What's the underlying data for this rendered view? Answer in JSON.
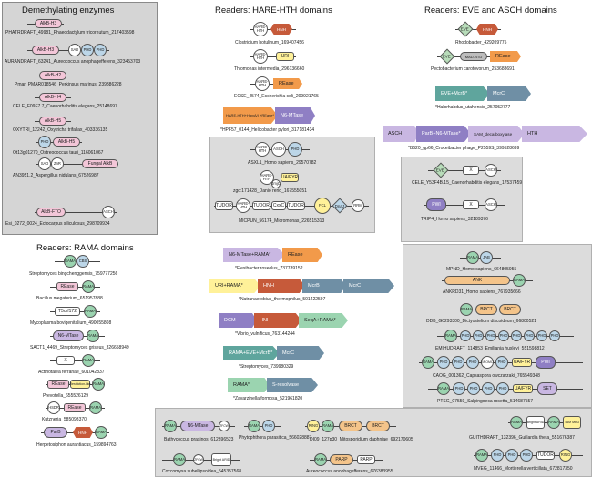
{
  "sections": {
    "demethylating": "Demethylating enzymes",
    "hare_hth": "Readers: HARE-HTH domains",
    "eve_asch": "Readers: EVE and ASCH domains",
    "rama": "Readers: RAMA domains"
  },
  "demethylating": [
    {
      "domains": [
        "AlkB-H3"
      ],
      "caption": "PHATRDRAFT_49981_Phaeodactylum tricornutum_217403598"
    },
    {
      "domains": [
        "AlkB-H3",
        "SAD",
        "PHD",
        "PHD"
      ],
      "caption": "AURANDRAFT_63241_Aureococcus anophagefferens_323453703"
    },
    {
      "domains": [
        "AlkB-H2"
      ],
      "caption": "Pmar_PMAR018546_Perkinsus marinus_239886228"
    },
    {
      "domains": [
        "AlkB-H4"
      ],
      "caption": "CELE_F09F7.7_Caenorhabditis elegans_25148697"
    },
    {
      "domains": [
        "AlkB-H5"
      ],
      "caption": "OXYTRI_12242_Oxytricha trifallax_403336135"
    },
    {
      "domains": [
        "PHD",
        "AlkB-H5"
      ],
      "caption": "Ot13g01270_Ostreococcus tauri_116061067"
    },
    {
      "domains": [
        "SAD",
        "ZnR",
        "Fungal AlkB"
      ],
      "caption": "AN3951.2_Aspergillus nidulans_67526987"
    },
    {
      "domains": [
        "AlkB-FTO",
        "ASCH"
      ],
      "caption": "Esi_0272_0024_Ectocarpus siliculosus_298709934"
    }
  ],
  "hare_hth": [
    {
      "domains": [
        "HARE-HTH",
        "HNH"
      ],
      "caption": "Clostridium botulinum_169407456"
    },
    {
      "domains": [
        "HARE-HTH",
        "URI"
      ],
      "caption": "Thiomonas intermedia_296136660"
    },
    {
      "domains": [
        "HARE-HTH",
        "REase"
      ],
      "caption": "ECSE_4574_Escherichia coli_209921765"
    },
    {
      "domains": [
        "HARE-HTH+HipyA/I +REase*",
        "N6-MTase"
      ],
      "caption": "*HPF57_0144_Helicobacter pylori_317181434"
    },
    {
      "domains": [
        "HARE-HTH",
        "ASCH",
        "PHD"
      ],
      "caption": "ASXL1_Homo sapiens_29570782"
    },
    {
      "domains": [
        "HARE-HTH",
        "JmjC",
        "UA/FYR"
      ],
      "caption": "zgc:171428_Danio rerio_167555051"
    },
    {
      "domains": [
        "TUDOR",
        "HARE-HTH",
        "TUDOR",
        "CxxC",
        "TUDOR",
        "FCL",
        "DnaJ",
        "RRM"
      ],
      "caption": "MICPUN_56174_Micromonas_226515313"
    }
  ],
  "eve_asch": [
    {
      "domains": [
        "EVE",
        "HNH"
      ],
      "caption": "Rhodobacter_429209775"
    },
    {
      "domains": [
        "EVE",
        "MAD-NTD",
        "REase"
      ],
      "caption": "Pectobacterium carotovorum_253688691"
    },
    {
      "domains": [
        "EVE+McrB*",
        "McrC"
      ],
      "caption": "*Halorhabdus_utahensis_257052777"
    },
    {
      "domains": [
        "ASCH",
        "ParB+N6-MTase*",
        "SAM_decarboxylase",
        "HTH"
      ],
      "caption": "*B620_gp66_Croceibacter phage_P2559S_399528699"
    },
    {
      "domains": [
        "EVE",
        "X",
        "ASCH"
      ],
      "caption": "CELE_Y53F4B.15_Caenorhabditis elegans_17537459"
    },
    {
      "domains": [
        "PWI",
        "X",
        "ASCH"
      ],
      "caption": "TRIP4_Homo sapiens_32189376"
    }
  ],
  "rama_left": [
    {
      "domains": [
        "RAMA",
        "CBS"
      ],
      "caption": "Streptomyces bingchenggensis_759777256"
    },
    {
      "domains": [
        "REase",
        "RAMA"
      ],
      "caption": "Bacillus megaterium_651957888"
    },
    {
      "domains": [
        "T5orf172",
        "RAMA"
      ],
      "caption": "Mycoplasma bovigenitalium_490055808"
    },
    {
      "domains": [
        "N6-MTase",
        "RAMA"
      ],
      "caption": "SACT1_4469_Streptomyces griseus_326658949"
    },
    {
      "domains": [
        "X",
        "RAMA"
      ],
      "caption": "Actinotalea ferrariae_601042837"
    },
    {
      "domains": [
        "REase",
        "Restriction-like",
        "RAMA"
      ],
      "caption": "Prevotella_655526129"
    },
    {
      "domains": [
        "HSDR",
        "REase",
        "RAMA"
      ],
      "caption": "Kutzneria_585093370"
    },
    {
      "domains": [
        "ParB",
        "HNH",
        "RAMA"
      ],
      "caption": "Herpetosiphon aurantiacus_159894763"
    }
  ],
  "rama_mid": [
    {
      "domains": [
        "N6-MTase+RAMA*",
        "REase"
      ],
      "caption": "*Flexibacter roseolus_737789152"
    },
    {
      "domains": [
        "URI+RAMA*",
        "HNH",
        "McrB",
        "McrC"
      ],
      "caption": "*Natranaerobius_thermophilus_501422597"
    },
    {
      "domains": [
        "DCM",
        "HNH",
        "SeqA+RAMA*"
      ],
      "caption": "*Vibrio_vulnificus_763144244"
    },
    {
      "domains": [
        "RAMA+EVE+McrB*",
        "McrC"
      ],
      "caption": "*Streptomyces_739980329"
    },
    {
      "domains": [
        "RAMA*",
        "S-resolvase"
      ],
      "caption": "*Zavarzinella formosa_521961820"
    }
  ],
  "rama_right": [
    {
      "domains": [
        "RAMA",
        "JAB"
      ],
      "caption": "MPND_Homo sapiens_664805955"
    },
    {
      "domains": [
        "ANK",
        "RAMA"
      ],
      "caption": "ANKRD31_Homo sapiens_767935666"
    },
    {
      "domains": [
        "RAMA",
        "BRCT",
        "BRCT"
      ],
      "caption": "DDB_G0293300_Dictyostelium discoideum_66800521"
    },
    {
      "domains": [
        "RAMA",
        "PHD"
      ],
      "caption": "EMIHUDRAFT_114853_Emiliania huxleyi_551598812"
    },
    {
      "domains": [
        "RAMA",
        "PHD",
        "PHD",
        "PHD",
        "BROMO",
        "PHD",
        "UA/FYR",
        "PWI"
      ],
      "caption": "CAOG_001362_Capsaspora owczarzaki_765549348"
    },
    {
      "domains": [
        "RAMA",
        "PHD",
        "PHD",
        "PHD",
        "PHD",
        "UA/FYR",
        "SET"
      ],
      "caption": "PTSG_07559_Salpingoeca rosetta_514687557"
    }
  ],
  "rama_bottom": [
    {
      "domains": [
        "RAMA",
        "N6-MTase",
        "ZFCW"
      ],
      "caption": "Bathycoccus prasinos_612396523"
    },
    {
      "domains": [
        "RAMA",
        "PHD"
      ],
      "caption": "Phytophthora parasitica_566028887"
    },
    {
      "domains": [
        "RING",
        "RAMA",
        "BRCT",
        "BRCT"
      ],
      "caption": "DI09_127p30_Mitosporidium daphniae_692170605"
    },
    {
      "domains": [
        "RAMA",
        "Bright ARID",
        "RAMA",
        "TAM MBD"
      ],
      "caption": "GUITHDRAFT_132396_Guillardia theta_551676387"
    },
    {
      "domains": [
        "RAMA",
        "ZFCW",
        "Bright ARID"
      ],
      "caption": "Coccomyxa subellipsoidea_545357568"
    },
    {
      "domains": [
        "RAMA",
        "PARP"
      ],
      "caption": "Aureococcus anophagefferens_676383955"
    },
    {
      "domains": [
        "RAMA",
        "PHD",
        "PHD",
        "PHD",
        "TUDOR",
        "RING"
      ],
      "caption": "MVEG_11466_Mortierella verticillata_672817350"
    }
  ]
}
